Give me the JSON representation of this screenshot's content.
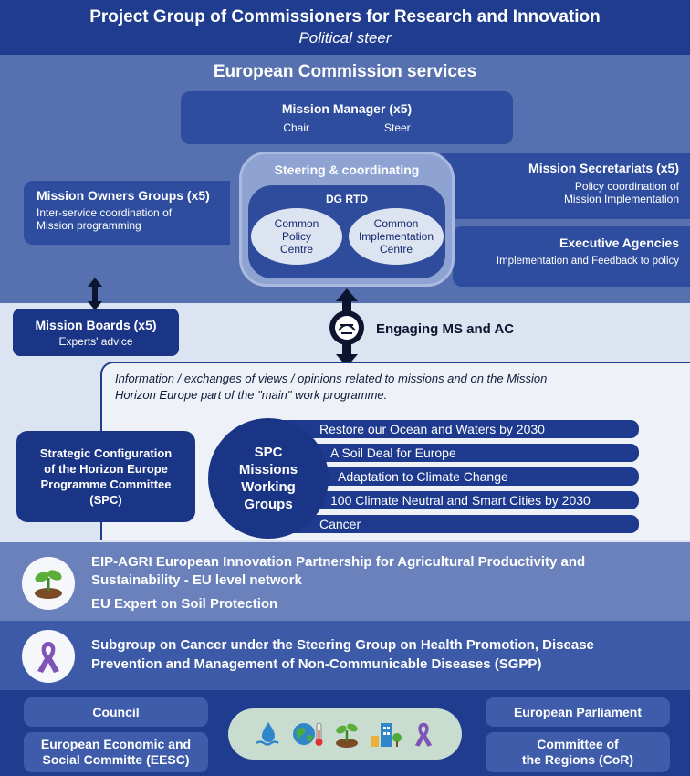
{
  "top": {
    "title": "Project Group of Commissioners for Research and Innovation",
    "subtitle": "Political steer"
  },
  "ec_services": {
    "title": "European Commission services"
  },
  "mission_manager": {
    "title": "Mission Manager (x5)",
    "chair": "Chair",
    "steer": "Steer"
  },
  "steering": {
    "title": "Steering & coordinating",
    "dg": "DG RTD",
    "cpc": [
      "Common",
      "Policy",
      "Centre"
    ],
    "cic": [
      "Common",
      "Implementation",
      "Centre"
    ]
  },
  "owners": {
    "title": "Mission Owners Groups (x5)",
    "desc1": "Inter-service coordination of",
    "desc2": "Mission programming"
  },
  "secretariats": {
    "title": "Mission Secretariats (x5)",
    "desc1": "Policy coordination of",
    "desc2": "Mission Implementation"
  },
  "agencies": {
    "title": "Executive Agencies",
    "desc": "Implementation and Feedback to policy"
  },
  "boards": {
    "title": "Mission Boards (x5)",
    "desc": "Experts' advice"
  },
  "engaging": {
    "label": "Engaging MS and AC"
  },
  "info": {
    "line1": "Information / exchanges of views / opinions related to missions and on the Mission",
    "line2": "Horizon Europe part of the \"main\" work programme."
  },
  "spc": {
    "lines": [
      "Strategic Configuration",
      "of the Horizon Europe",
      "Programme Committee",
      "(SPC)"
    ]
  },
  "spc_circle": {
    "lines": [
      "SPC",
      "Missions",
      "Working",
      "Groups"
    ]
  },
  "missions": [
    "Restore our Ocean and Waters by 2030",
    "A Soil Deal for Europe",
    "Adaptation to Climate Change",
    "100 Climate Neutral and Smart Cities by 2030",
    "Cancer"
  ],
  "eip": {
    "line1": "EIP-AGRI European Innovation Partnership for Agricultural Productivity and",
    "line2": "Sustainability -  EU level network",
    "line3": "EU Expert on Soil Protection"
  },
  "cancer_sub": {
    "line1": "Subgroup on Cancer under the Steering Group on Health Promotion, Disease",
    "line2": "Prevention and Management of Non-Communicable Diseases (SGPP)"
  },
  "bottom": {
    "council": "Council",
    "eesc1": "European Economic and",
    "eesc2": "Social Committe (EESC)",
    "ep": "European Parliament",
    "cor1": "Committee of",
    "cor2": "the Regions (CoR)"
  },
  "icons": [
    "water-icon",
    "globe-thermometer-icon",
    "plant-soil-icon",
    "city-icon",
    "ribbon-icon"
  ],
  "colors": {
    "navy": "#1f3c8f",
    "mid": "#5670b0",
    "pale": "#dde4f1",
    "box": "#2e4d9f"
  }
}
